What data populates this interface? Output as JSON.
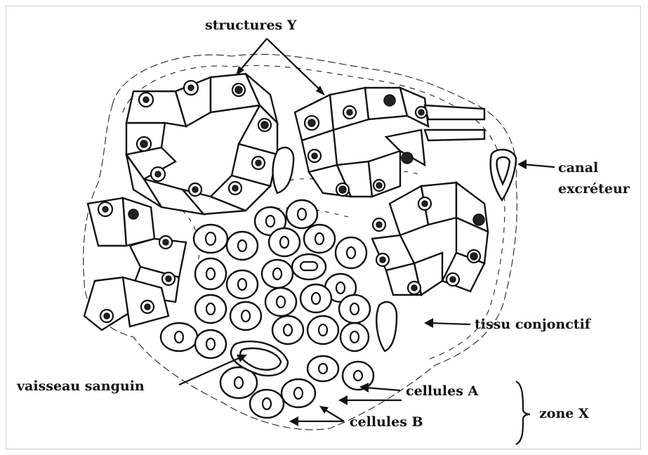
{
  "labels": {
    "structures_y": "structures Y",
    "canal_excreteur_line1": "canal",
    "canal_excreteur_line2": "excréteur",
    "tissu_conjonctif": "tissu conjonctif",
    "vaisseau_sanguin": "vaisseau sanguin",
    "cellules_a": "cellules A",
    "cellules_b": "cellules B",
    "zone_x": "zone X"
  }
}
